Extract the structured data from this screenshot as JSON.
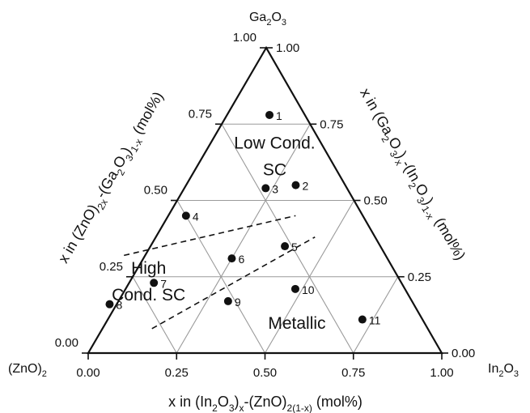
{
  "chart_data": {
    "type": "ternary",
    "vertices": {
      "top": {
        "base": "Ga",
        "sub1": "2",
        "mid": "O",
        "sub2": "3"
      },
      "left": {
        "base": "(ZnO)",
        "sub1": "2",
        "mid": "",
        "sub2": ""
      },
      "right": {
        "base": "In",
        "sub1": "2",
        "mid": "O",
        "sub2": "3"
      }
    },
    "axis_labels": {
      "bottom": [
        {
          "t": "x in (In",
          "s": ""
        },
        {
          "t": "2",
          "s": "sub"
        },
        {
          "t": "O",
          "s": ""
        },
        {
          "t": "3",
          "s": "sub"
        },
        {
          "t": ")",
          "s": ""
        },
        {
          "t": "x",
          "s": "sub"
        },
        {
          "t": "-(ZnO)",
          "s": ""
        },
        {
          "t": "2(1-x)",
          "s": "sub"
        },
        {
          "t": " (mol%)",
          "s": ""
        }
      ],
      "left": [
        {
          "t": "x in (ZnO)",
          "s": ""
        },
        {
          "t": "2x",
          "s": "sub"
        },
        {
          "t": "-(Ga",
          "s": ""
        },
        {
          "t": "2",
          "s": "sub"
        },
        {
          "t": "O",
          "s": ""
        },
        {
          "t": "3",
          "s": "sub"
        },
        {
          "t": ")",
          "s": ""
        },
        {
          "t": "1-x",
          "s": "sub"
        },
        {
          "t": " (mol%)",
          "s": ""
        }
      ],
      "right": [
        {
          "t": "x in (Ga",
          "s": ""
        },
        {
          "t": "2",
          "s": "sub"
        },
        {
          "t": "O",
          "s": ""
        },
        {
          "t": "3",
          "s": "sub"
        },
        {
          "t": ")",
          "s": ""
        },
        {
          "t": "x",
          "s": "sub"
        },
        {
          "t": "-(In",
          "s": ""
        },
        {
          "t": "2",
          "s": "sub"
        },
        {
          "t": "O",
          "s": ""
        },
        {
          "t": "3",
          "s": "sub"
        },
        {
          "t": ")",
          "s": ""
        },
        {
          "t": "1-x",
          "s": "sub"
        },
        {
          "t": " (mol%)",
          "s": ""
        }
      ]
    },
    "ticks": {
      "bottom": [
        "0.00",
        "0.25",
        "0.50",
        "0.75",
        "1.00"
      ],
      "left": [
        "1.00",
        "0.75",
        "0.50",
        "0.25",
        "0.00"
      ],
      "right": [
        "0.00",
        "0.25",
        "0.50",
        "0.75",
        "1.00"
      ]
    },
    "regions": [
      {
        "lines": [
          "Low Cond.",
          "SC"
        ],
        "a": 0.67,
        "b": 0.19
      },
      {
        "lines": [
          "High",
          "Cond. SC"
        ],
        "a": 0.26,
        "b": 0.04
      },
      {
        "lines": [
          "Metallic"
        ],
        "a": 0.08,
        "b": 0.55
      }
    ],
    "points": [
      {
        "label": "1",
        "ga": 0.78,
        "in": 0.12
      },
      {
        "label": "2",
        "ga": 0.55,
        "in": 0.31
      },
      {
        "label": "3",
        "ga": 0.54,
        "in": 0.23
      },
      {
        "label": "4",
        "ga": 0.45,
        "in": 0.05
      },
      {
        "label": "5",
        "ga": 0.35,
        "in": 0.38
      },
      {
        "label": "6",
        "ga": 0.31,
        "in": 0.25
      },
      {
        "label": "7",
        "ga": 0.23,
        "in": 0.07
      },
      {
        "label": "8",
        "ga": 0.16,
        "in": -0.02
      },
      {
        "label": "9",
        "ga": 0.17,
        "in": 0.31
      },
      {
        "label": "10",
        "ga": 0.21,
        "in": 0.48
      },
      {
        "label": "11",
        "ga": 0.11,
        "in": 0.72
      }
    ],
    "boundaries": [
      {
        "from": {
          "ga": 0.32,
          "in": -0.06
        },
        "to": {
          "ga": 0.45,
          "in": 0.36
        }
      },
      {
        "from": {
          "ga": 0.08,
          "in": 0.14
        },
        "to": {
          "ga": 0.38,
          "in": 0.45
        }
      }
    ],
    "grid": true
  }
}
